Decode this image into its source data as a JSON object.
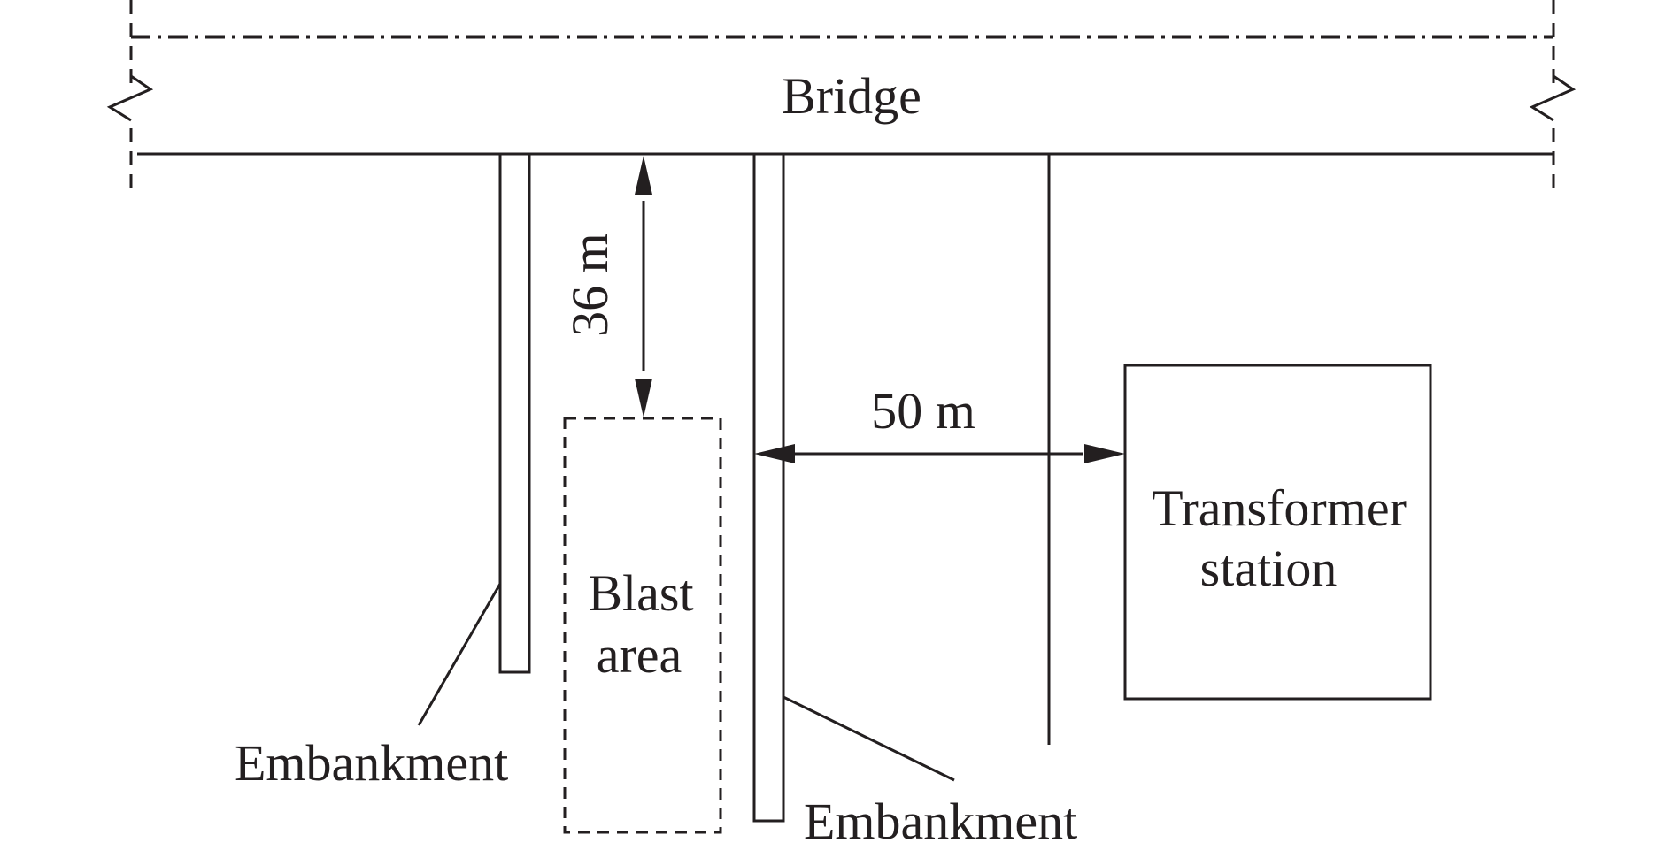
{
  "labels": {
    "bridge": "Bridge",
    "distance_vertical": "36 m",
    "distance_horizontal": "50 m",
    "blast_area_line1": "Blast",
    "blast_area_line2": "area",
    "transformer_line1": "Transformer",
    "transformer_line2": "station",
    "embankment_left": "Embankment",
    "embankment_right": "Embankment"
  },
  "colors": {
    "line": "#231f20",
    "background": "#ffffff"
  }
}
